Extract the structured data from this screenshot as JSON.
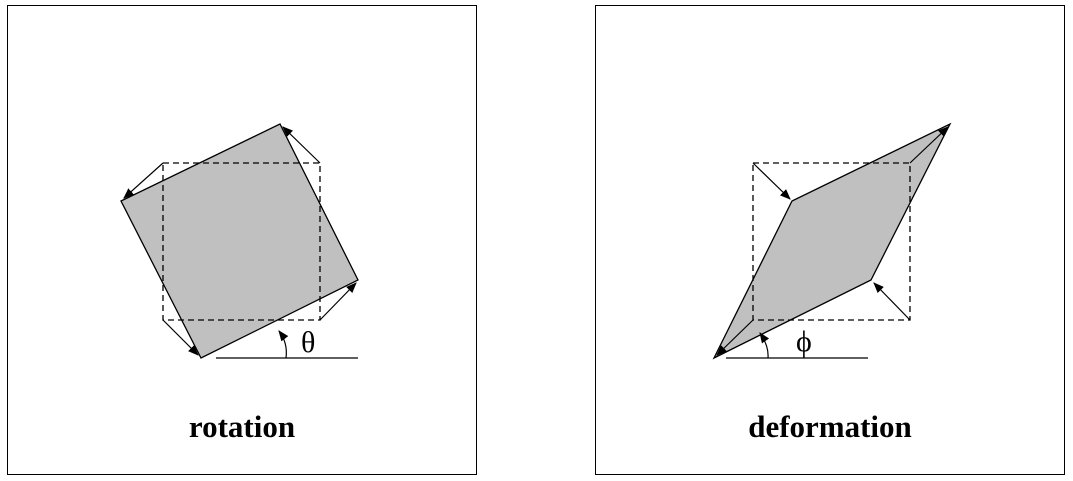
{
  "panels": [
    {
      "caption": "rotation",
      "angle_symbol": "θ"
    },
    {
      "caption": "deformation",
      "angle_symbol": "ϕ"
    }
  ],
  "colors": {
    "shape_fill": "#c0c0c0",
    "stroke": "#000000",
    "background": "#ffffff"
  }
}
